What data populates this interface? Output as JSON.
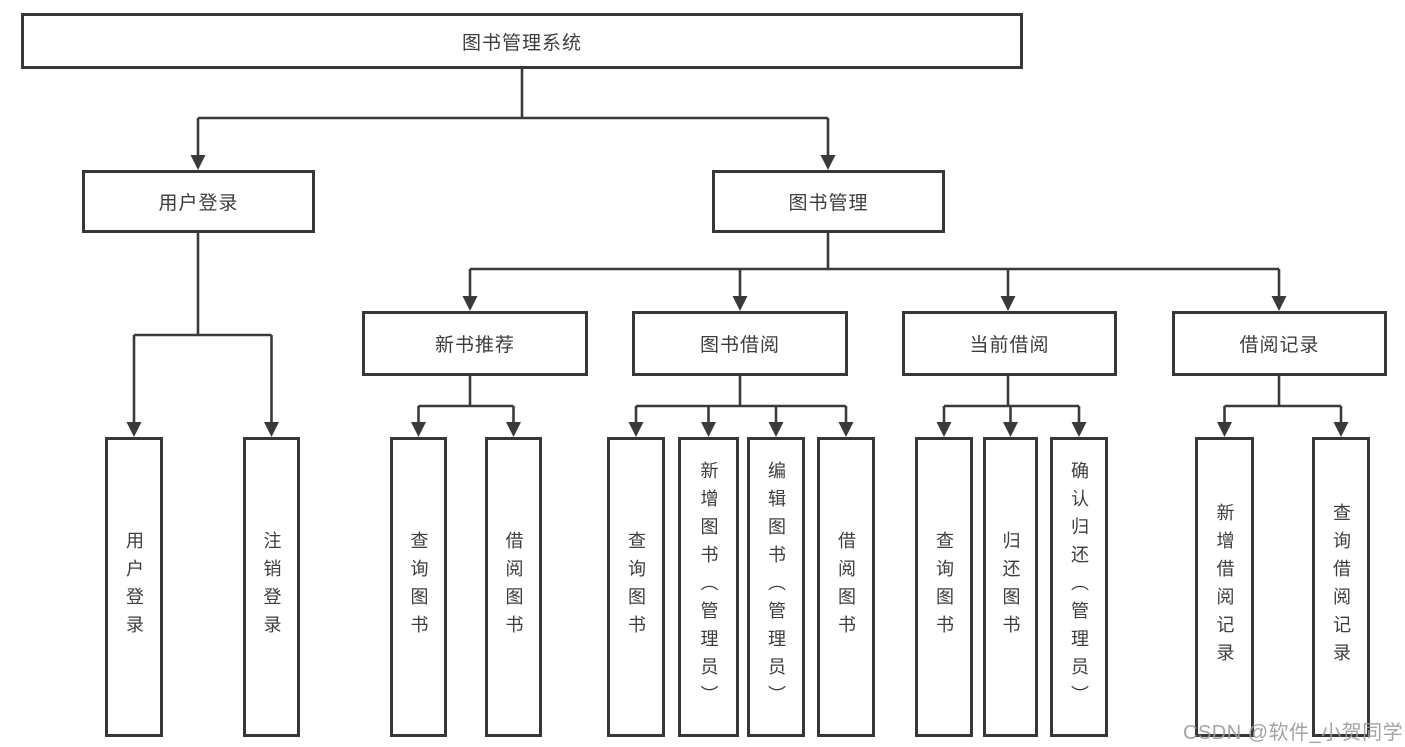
{
  "diagram": {
    "watermark": "CSDN @软件_小贺同学",
    "colors": {
      "line": "#3a3a3a",
      "box_border": "#373737",
      "text": "#3d3d3d",
      "watermark": "#9e9a9e",
      "background": "#ffffff"
    },
    "tree": {
      "label": "图书管理系统",
      "children": [
        {
          "label": "用户登录",
          "children": [
            {
              "label": "用户登录"
            },
            {
              "label": "注销登录"
            }
          ]
        },
        {
          "label": "图书管理",
          "children": [
            {
              "label": "新书推荐",
              "children": [
                {
                  "label": "查询图书"
                },
                {
                  "label": "借阅图书"
                }
              ]
            },
            {
              "label": "图书借阅",
              "children": [
                {
                  "label": "查询图书"
                },
                {
                  "label": "新增图书（管理员）"
                },
                {
                  "label": "编辑图书（管理员）"
                },
                {
                  "label": "借阅图书"
                }
              ]
            },
            {
              "label": "当前借阅",
              "children": [
                {
                  "label": "查询图书"
                },
                {
                  "label": "归还图书"
                },
                {
                  "label": "确认归还（管理员）"
                }
              ]
            },
            {
              "label": "借阅记录",
              "children": [
                {
                  "label": "新增借阅记录"
                },
                {
                  "label": "查询借阅记录"
                }
              ]
            }
          ]
        }
      ]
    }
  }
}
